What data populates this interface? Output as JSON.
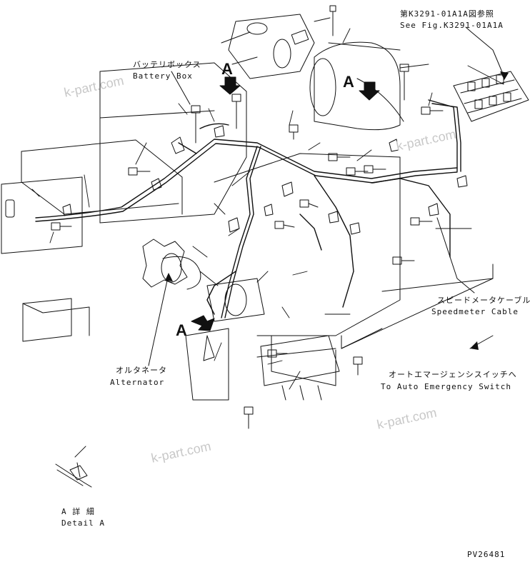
{
  "ref": {
    "ja": "第K3291-01A1A図参照",
    "en": "See Fig.K3291-01A1A"
  },
  "battery_box": {
    "ja": "バッテリボックス",
    "en": "Battery Box"
  },
  "speedmeter_cable": {
    "ja": "スピードメータケーブル",
    "en": "Speedmeter Cable"
  },
  "emergency_switch": {
    "ja": "オートエマージェンシスイッチへ",
    "en": "To Auto Emergency Switch"
  },
  "alternator": {
    "ja": "オルタネータ",
    "en": "Alternator"
  },
  "detail": {
    "ja": "A 詳 細",
    "en": "Detail A"
  },
  "view_marker": "A",
  "part_number": "PV26481",
  "watermark": "k-part.com",
  "colors": {
    "line": "#111111",
    "watermark": "#c8c8c8"
  }
}
